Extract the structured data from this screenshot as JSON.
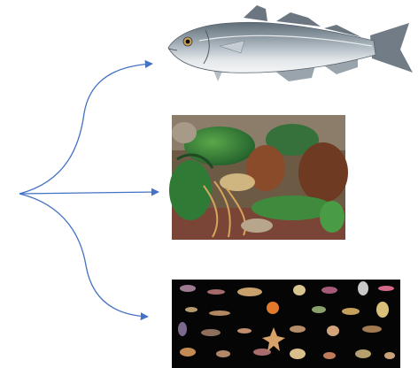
{
  "diagram": {
    "arrow_color": "#4472c4",
    "targets": [
      {
        "id": "fish",
        "icon": "fish-illustration"
      },
      {
        "id": "seaweed",
        "icon": "seaweed-photo"
      },
      {
        "id": "benthos",
        "icon": "invertebrates-photo"
      }
    ]
  }
}
